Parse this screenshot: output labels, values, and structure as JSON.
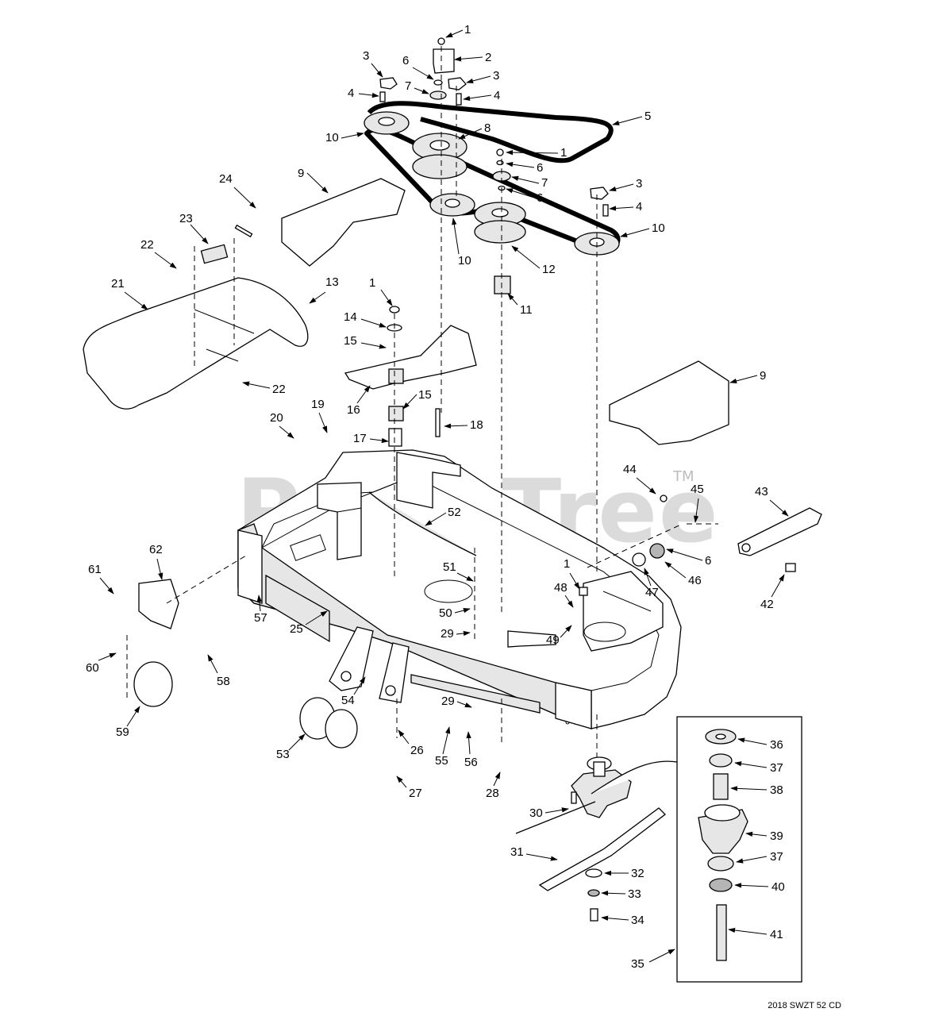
{
  "watermark": {
    "text": "PartsTree",
    "trademark": "TM"
  },
  "caption": "2018 SWZT 52 CD",
  "callouts": [
    {
      "id": "c1",
      "label": "1"
    },
    {
      "id": "c2",
      "label": "2"
    },
    {
      "id": "c3",
      "label": "3"
    },
    {
      "id": "c4",
      "label": "4"
    },
    {
      "id": "c5",
      "label": "5"
    },
    {
      "id": "c6",
      "label": "6"
    },
    {
      "id": "c7",
      "label": "7"
    },
    {
      "id": "c8",
      "label": "8"
    },
    {
      "id": "c9",
      "label": "9"
    },
    {
      "id": "c10",
      "label": "10"
    },
    {
      "id": "c11",
      "label": "11"
    },
    {
      "id": "c12",
      "label": "12"
    },
    {
      "id": "c13",
      "label": "13"
    },
    {
      "id": "c14",
      "label": "14"
    },
    {
      "id": "c15",
      "label": "15"
    },
    {
      "id": "c16",
      "label": "16"
    },
    {
      "id": "c17",
      "label": "17"
    },
    {
      "id": "c18",
      "label": "18"
    },
    {
      "id": "c19",
      "label": "19"
    },
    {
      "id": "c20",
      "label": "20"
    },
    {
      "id": "c21",
      "label": "21"
    },
    {
      "id": "c22",
      "label": "22"
    },
    {
      "id": "c23",
      "label": "23"
    },
    {
      "id": "c24",
      "label": "24"
    },
    {
      "id": "c25",
      "label": "25"
    },
    {
      "id": "c26",
      "label": "26"
    },
    {
      "id": "c27",
      "label": "27"
    },
    {
      "id": "c28",
      "label": "28"
    },
    {
      "id": "c29",
      "label": "29"
    },
    {
      "id": "c30",
      "label": "30"
    },
    {
      "id": "c31",
      "label": "31"
    },
    {
      "id": "c32",
      "label": "32"
    },
    {
      "id": "c33",
      "label": "33"
    },
    {
      "id": "c34",
      "label": "34"
    },
    {
      "id": "c35",
      "label": "35"
    },
    {
      "id": "c36",
      "label": "36"
    },
    {
      "id": "c37",
      "label": "37"
    },
    {
      "id": "c38",
      "label": "38"
    },
    {
      "id": "c39",
      "label": "39"
    },
    {
      "id": "c40",
      "label": "40"
    },
    {
      "id": "c41",
      "label": "41"
    },
    {
      "id": "c42",
      "label": "42"
    },
    {
      "id": "c43",
      "label": "43"
    },
    {
      "id": "c44",
      "label": "44"
    },
    {
      "id": "c45",
      "label": "45"
    },
    {
      "id": "c46",
      "label": "46"
    },
    {
      "id": "c47",
      "label": "47"
    },
    {
      "id": "c48",
      "label": "48"
    },
    {
      "id": "c49",
      "label": "49"
    },
    {
      "id": "c50",
      "label": "50"
    },
    {
      "id": "c51",
      "label": "51"
    },
    {
      "id": "c52",
      "label": "52"
    },
    {
      "id": "c53",
      "label": "53"
    },
    {
      "id": "c54",
      "label": "54"
    },
    {
      "id": "c55",
      "label": "55"
    },
    {
      "id": "c56",
      "label": "56"
    },
    {
      "id": "c57",
      "label": "57"
    },
    {
      "id": "c58",
      "label": "58"
    },
    {
      "id": "c59",
      "label": "59"
    },
    {
      "id": "c60",
      "label": "60"
    },
    {
      "id": "c61",
      "label": "61"
    },
    {
      "id": "c62",
      "label": "62"
    }
  ]
}
